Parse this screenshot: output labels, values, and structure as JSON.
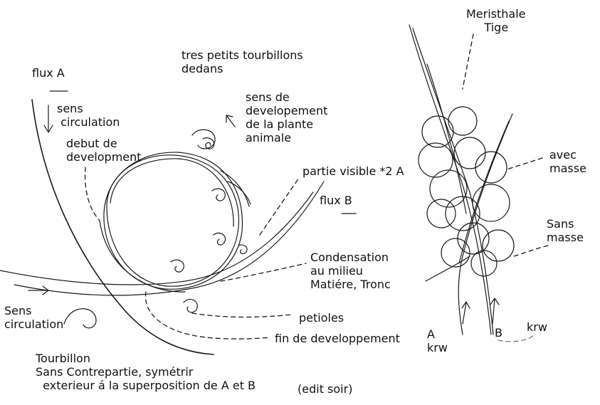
{
  "labels": {
    "flux_a": "flux A",
    "sens_circulation_top": "sens\n circulation",
    "debut_development": "debut de\ndevelopment",
    "tres_petits": "tres petits tourbillons\ndedans",
    "sens_developement": "sens de\ndevelopement\nde la plante\nanimale",
    "partie_visible": "partie visible *2 A",
    "flux_b": "flux B",
    "condensation": "Condensation\nau milieu\nMatiére, Tronc",
    "sens_circulation_left": "Sens\ncirculation",
    "petioles": "petioles",
    "fin_developpement": "fin de developpement",
    "tourbillon": "Tourbillon\nSans Contrepartie, symétrir\n  exterieur á la superposition de A et B",
    "edit_soir": "(edit soir)",
    "meristhale": "Meristhale\n     Tige",
    "avec_masse": "avec\nmasse",
    "sans_masse": "Sans\nmasse",
    "a_krw": "A\nkrw",
    "b": "B",
    "krw_right": "krw"
  }
}
